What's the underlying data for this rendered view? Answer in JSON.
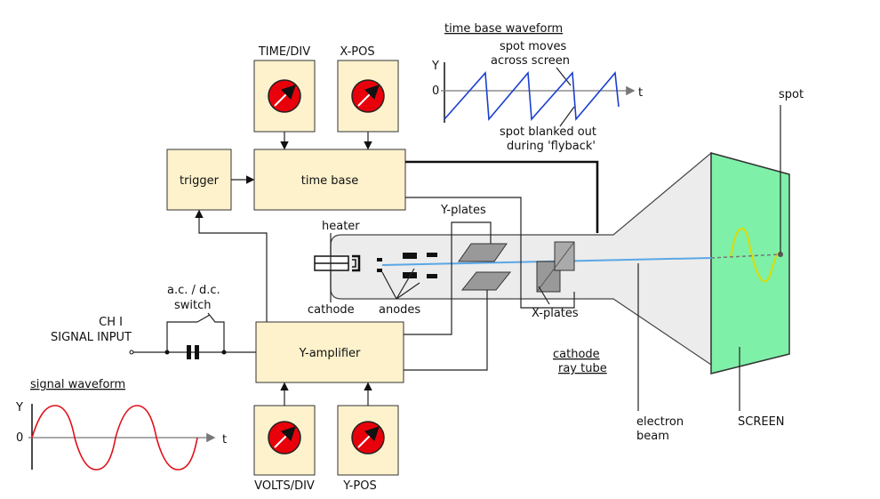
{
  "labels": {
    "time_div": "TIME/DIV",
    "x_pos": "X-POS",
    "volts_div": "VOLTS/DIV",
    "y_pos": "Y-POS",
    "trigger": "trigger",
    "time_base": "time base",
    "y_amplifier": "Y-amplifier",
    "heater": "heater",
    "cathode": "cathode",
    "anodes": "anodes",
    "y_plates": "Y-plates",
    "x_plates": "X-plates",
    "cathode_ray_tube_1": "cathode",
    "cathode_ray_tube_2": "ray tube",
    "electron_beam_1": "electron",
    "electron_beam_2": "beam",
    "screen": "SCREEN",
    "spot": "spot",
    "switch_1": "a.c. / d.c.",
    "switch_2": "switch",
    "input_1": "CH I",
    "input_2": "SIGNAL INPUT",
    "signal_waveform_title": "signal waveform",
    "time_base_waveform_title": "time base waveform",
    "spot_moves_1": "spot moves",
    "spot_moves_2": "across screen",
    "blanked_1": "spot blanked out",
    "blanked_2": "during 'flyback'",
    "axis_y": "Y",
    "axis_zero": "0",
    "axis_t": "t"
  },
  "colors": {
    "box_fill": "#fdf2cc",
    "dial_red": "#e8000a",
    "screen_green": "#7ff0a8",
    "tube_fill": "#ececec",
    "beam_blue": "#5aa7e6",
    "signal_red": "#e0101a",
    "timebase_blue": "#1a3fd0",
    "trace_yellow": "#dcdc00"
  }
}
